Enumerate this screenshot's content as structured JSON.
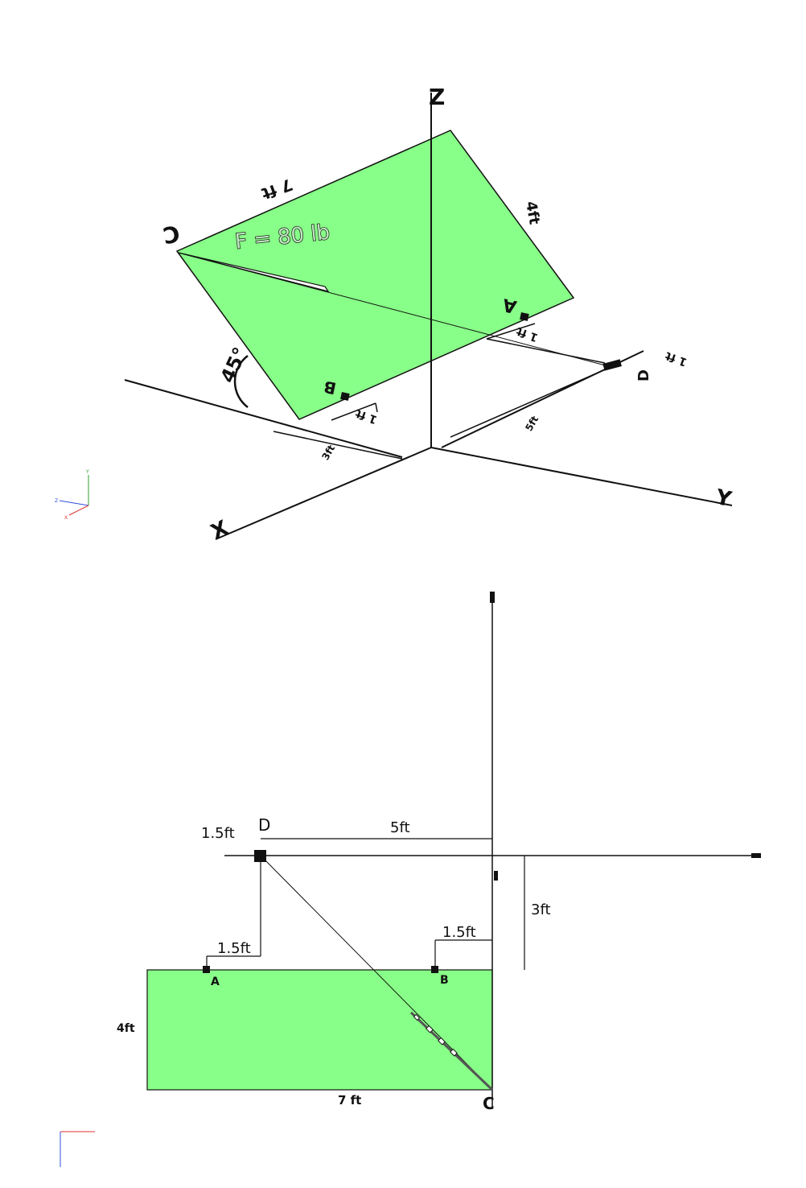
{
  "isometric_view": {
    "axes": {
      "x": "X",
      "y": "Y",
      "z": "Z"
    },
    "points": {
      "a": "A",
      "b": "B",
      "c": "C",
      "d": "D"
    },
    "force": "F = 80 lb",
    "angle": "45°",
    "dims": {
      "plate_length": "7 ft",
      "plate_width": "4ft",
      "a_offset": "1 ft",
      "b_offset": "1 ft",
      "d_offset": "1 ft",
      "x_dist": "3ft",
      "y_dist": "5ft"
    },
    "triad": {
      "x": "X",
      "y": "Y",
      "z": "Z"
    }
  },
  "top_view": {
    "points": {
      "a": "A",
      "b": "B",
      "c": "C",
      "d": "D"
    },
    "dims": {
      "d_left": "1.5ft",
      "d_to_axis": "5ft",
      "a_offset": "1.5ft",
      "b_offset": "1.5ft",
      "axis_to_plate": "3ft",
      "plate_height": "4ft",
      "plate_width": "7 ft"
    }
  },
  "colors": {
    "plate": "#88ff88",
    "line": "#111111",
    "triad_x": "#e03030",
    "triad_y": "#30a030",
    "triad_z": "#3050e0"
  }
}
